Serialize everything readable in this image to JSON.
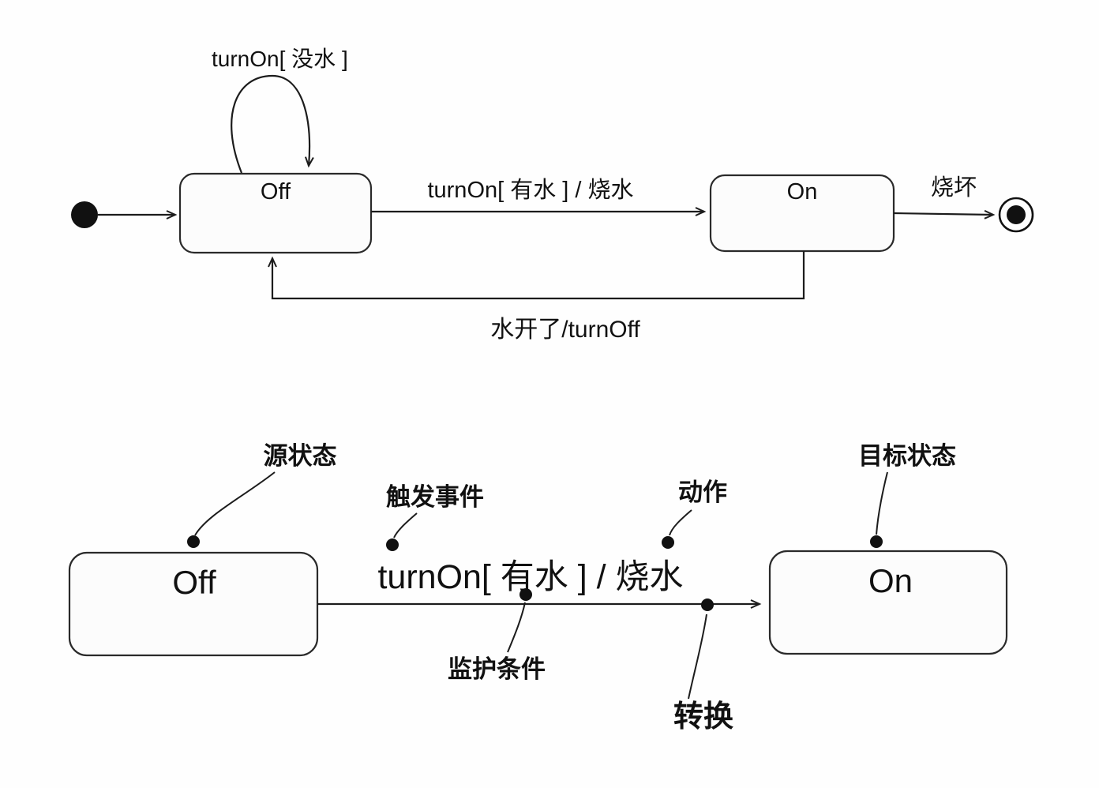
{
  "diagram_title": "UML state machine diagram (kettle example)",
  "colors": {
    "background": "#fefefe",
    "stroke": "#1c1c1c",
    "state_fill": "#fcfcfc"
  },
  "top_diagram": {
    "off_state_label": "Off",
    "on_state_label": "On",
    "self_loop_label": "turnOn[ 没水 ]",
    "off_to_on_label": "turnOn[ 有水 ] / 烧水",
    "on_to_final_label": "烧坏",
    "on_to_off_label": "水开了/turnOff"
  },
  "bottom_diagram": {
    "off_state_label": "Off",
    "on_state_label": "On",
    "transition_label": "turnOn[ 有水 ] / 烧水",
    "annotations": {
      "source_state": "源状态",
      "trigger_event": "触发事件",
      "action": "动作",
      "guard_condition": "监护条件",
      "transition": "转换",
      "target_state": "目标状态"
    }
  }
}
